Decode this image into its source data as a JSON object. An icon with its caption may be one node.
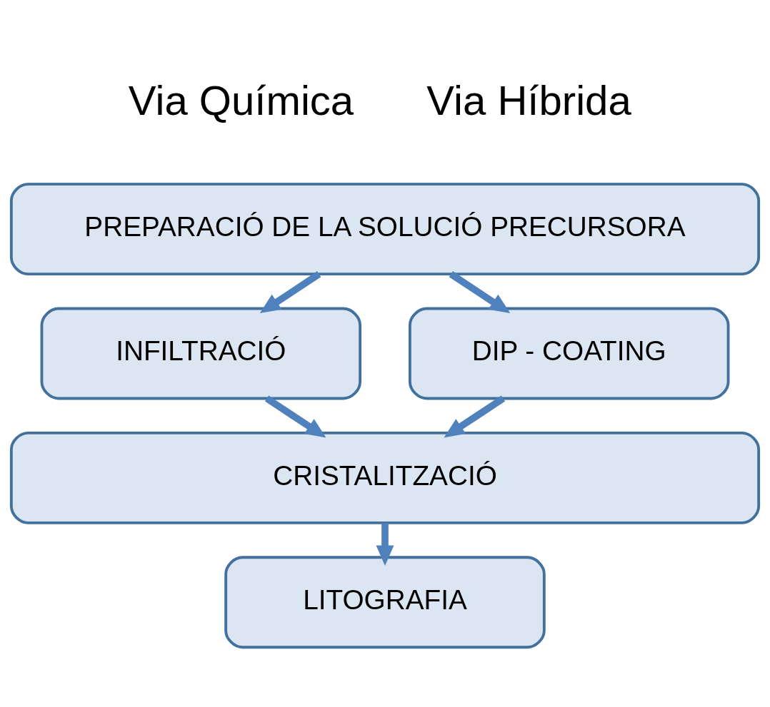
{
  "diagram": {
    "nodes": [
      {
        "text": [
          "PREPARACIÓ DE LA SOLUCIÓ PRECURSORA"
        ]
      },
      {
        "text": [
          "INFILTRACIÓ"
        ]
      },
      {
        "text": [
          "DIP - COATING"
        ]
      },
      {
        "text": [
          "CRISTALITZACIÓ"
        ]
      },
      {
        "text": [
          "LITOGRAFIA"
        ]
      }
    ],
    "edges": [
      {
        "from": 0,
        "to": 1,
        "arrow": "to"
      },
      {
        "from": 0,
        "to": 2,
        "arrow": "to"
      },
      {
        "from": 1,
        "to": 3,
        "arrow": "to"
      },
      {
        "from": 2,
        "to": 3,
        "arrow": "to"
      },
      {
        "from": 3,
        "to": 4,
        "arrow": "to"
      }
    ],
    "labels": [
      "Via Química",
      "Via Híbrida"
    ]
  }
}
